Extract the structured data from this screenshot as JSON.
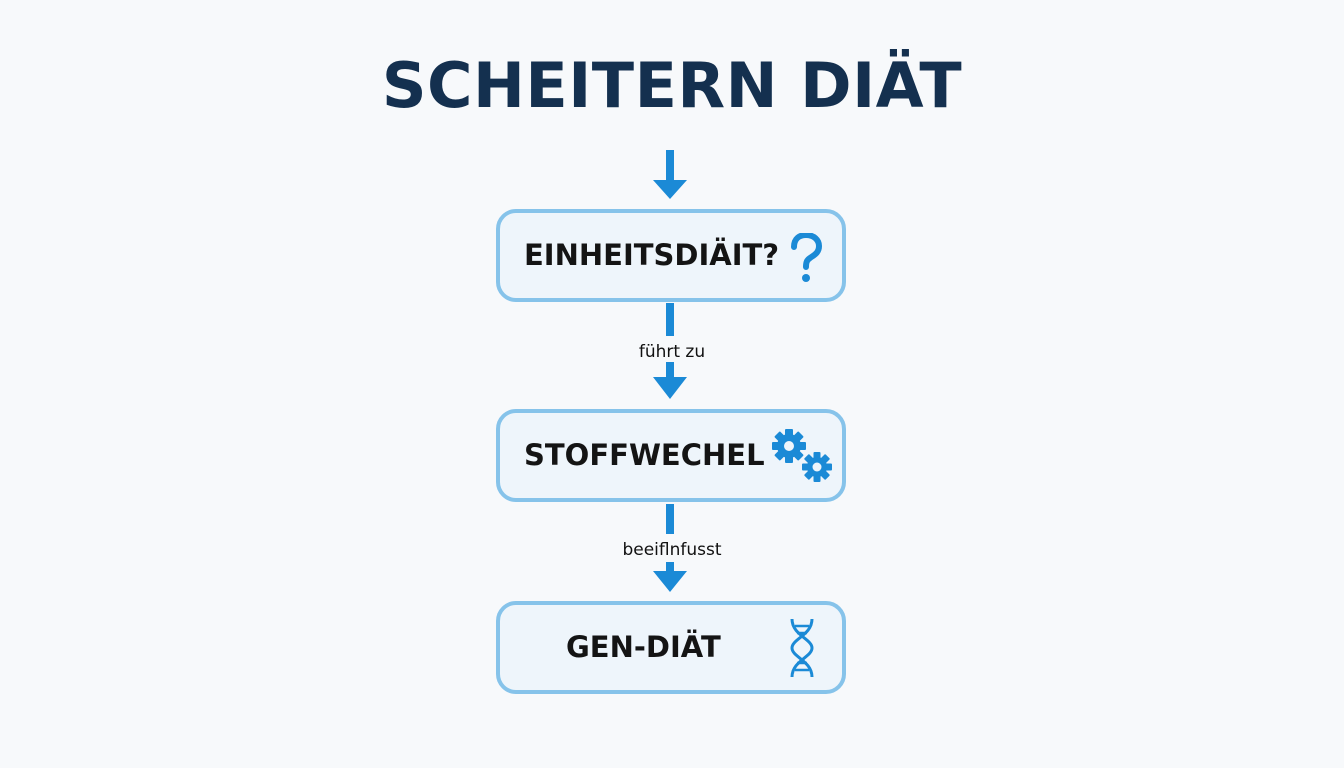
{
  "title": "SCHEITERN DIÄT",
  "nodes": [
    {
      "label": "EINHEITSDIÄIT?",
      "icon": "question-mark-icon"
    },
    {
      "label": "STOFFWECHEL",
      "icon": "gears-icon"
    },
    {
      "label": "GEN-DIÄT",
      "icon": "dna-icon"
    }
  ],
  "edges": [
    {
      "label": "führt zu"
    },
    {
      "label": "beeiflnfusst"
    }
  ],
  "colors": {
    "title": "#14304f",
    "arrow": "#1b8ad6",
    "box_border": "#86c3ea",
    "box_fill": "#eef5fb",
    "icon": "#1b8ad6"
  }
}
